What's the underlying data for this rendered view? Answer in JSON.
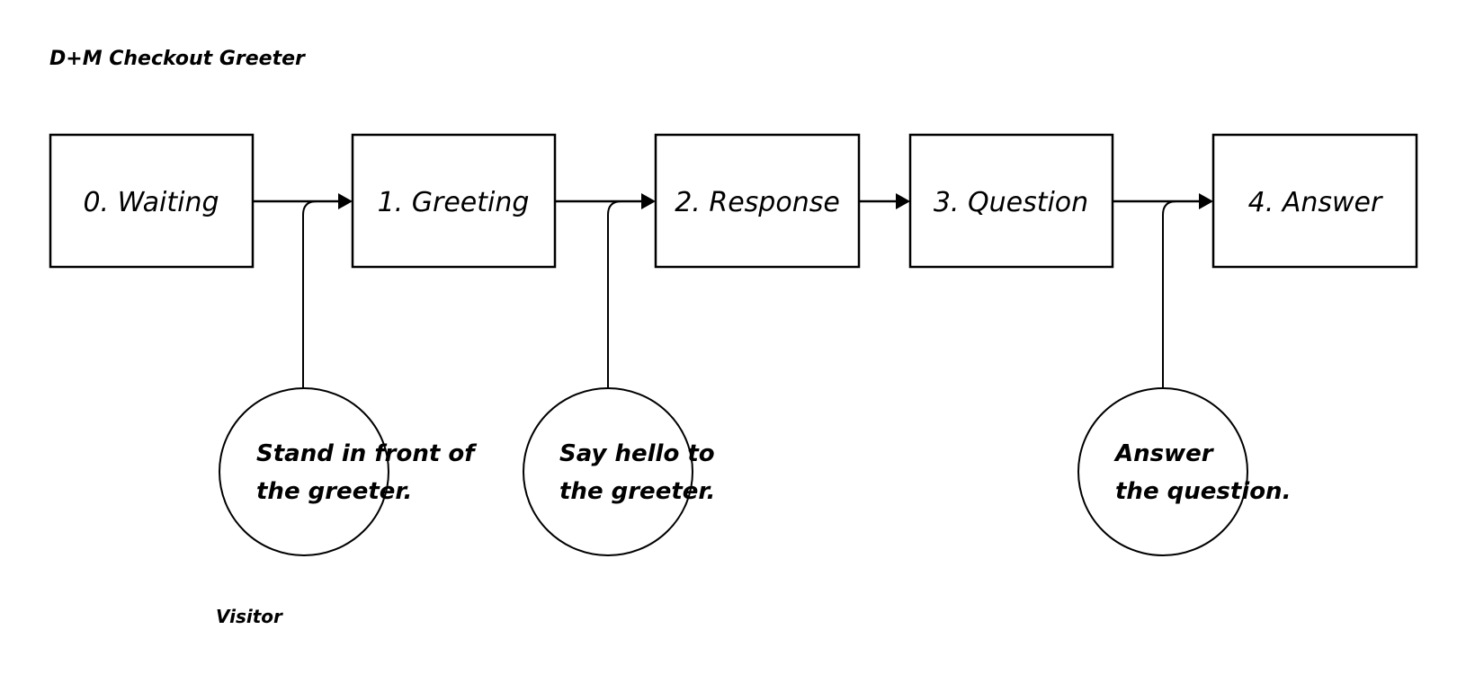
{
  "title": "D+M Checkout Greeter",
  "actor_label": "Visitor",
  "stages": [
    {
      "label": "0. Waiting"
    },
    {
      "label": "1. Greeting"
    },
    {
      "label": "2. Response"
    },
    {
      "label": "3. Question"
    },
    {
      "label": "4. Answer"
    }
  ],
  "actions": [
    {
      "line1": "Stand in front of",
      "line2": "the greeter."
    },
    {
      "line1": "Say hello to",
      "line2": "the greeter."
    },
    {
      "line1": "Answer",
      "line2": "the question."
    }
  ],
  "colors": {
    "line": "#000000",
    "text": "#000000",
    "background": "#ffffff"
  }
}
